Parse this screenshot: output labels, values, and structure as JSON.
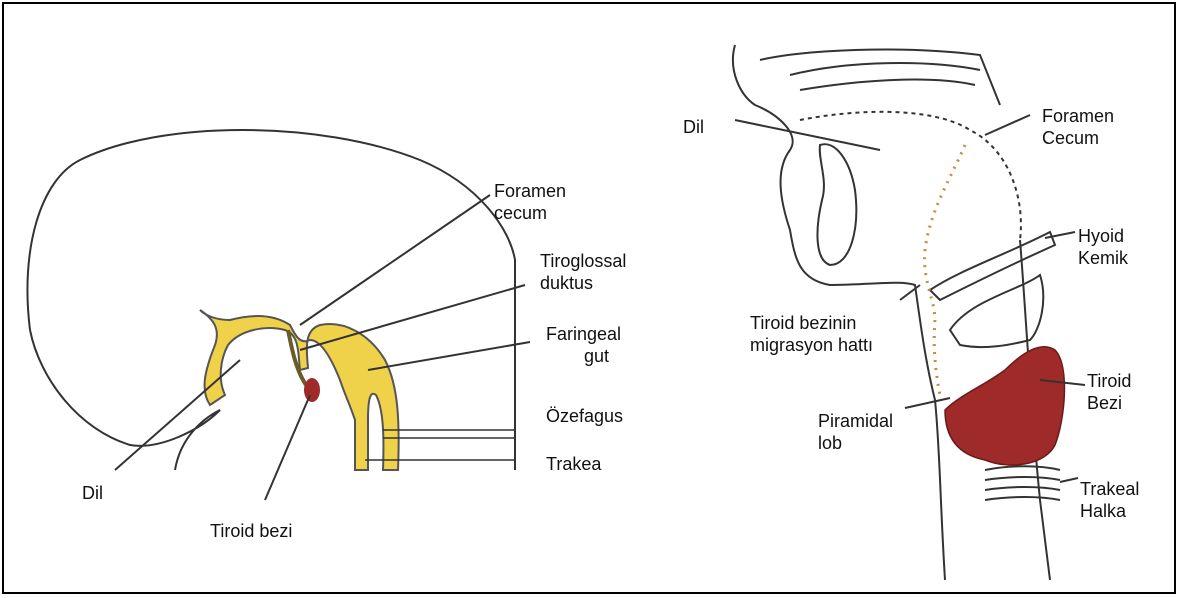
{
  "left_panel": {
    "labels": {
      "foramen_cecum": [
        "Foramen",
        "cecum"
      ],
      "tiroglossal_duktus": [
        "Tiroglossal",
        "duktus"
      ],
      "faringeal_gut": [
        "Faringeal",
        "gut"
      ],
      "ozefagus": "Özefagus",
      "trakea": "Trakea",
      "dil": "Dil",
      "tiroid_bezi": "Tiroid bezi"
    }
  },
  "right_panel": {
    "labels": {
      "dil": "Dil",
      "foramen_cecum": [
        "Foramen",
        "Cecum"
      ],
      "hyoid_kemik": [
        "Hyoid",
        "Kemik"
      ],
      "migrasyon": [
        "Tiroid bezinin",
        "migrasyon hattı"
      ],
      "tiroid_bezi": [
        "Tiroid",
        "Bezi"
      ],
      "piramidal_lob": [
        "Piramidal",
        "lob"
      ],
      "trakeal_halka": [
        "Trakeal",
        "Halka"
      ]
    }
  },
  "colors": {
    "gut_fill": "#f0d24a",
    "thyroid_fill": "#9e2a2a",
    "line": "#333333",
    "migration_dots": "#c98a3a"
  }
}
